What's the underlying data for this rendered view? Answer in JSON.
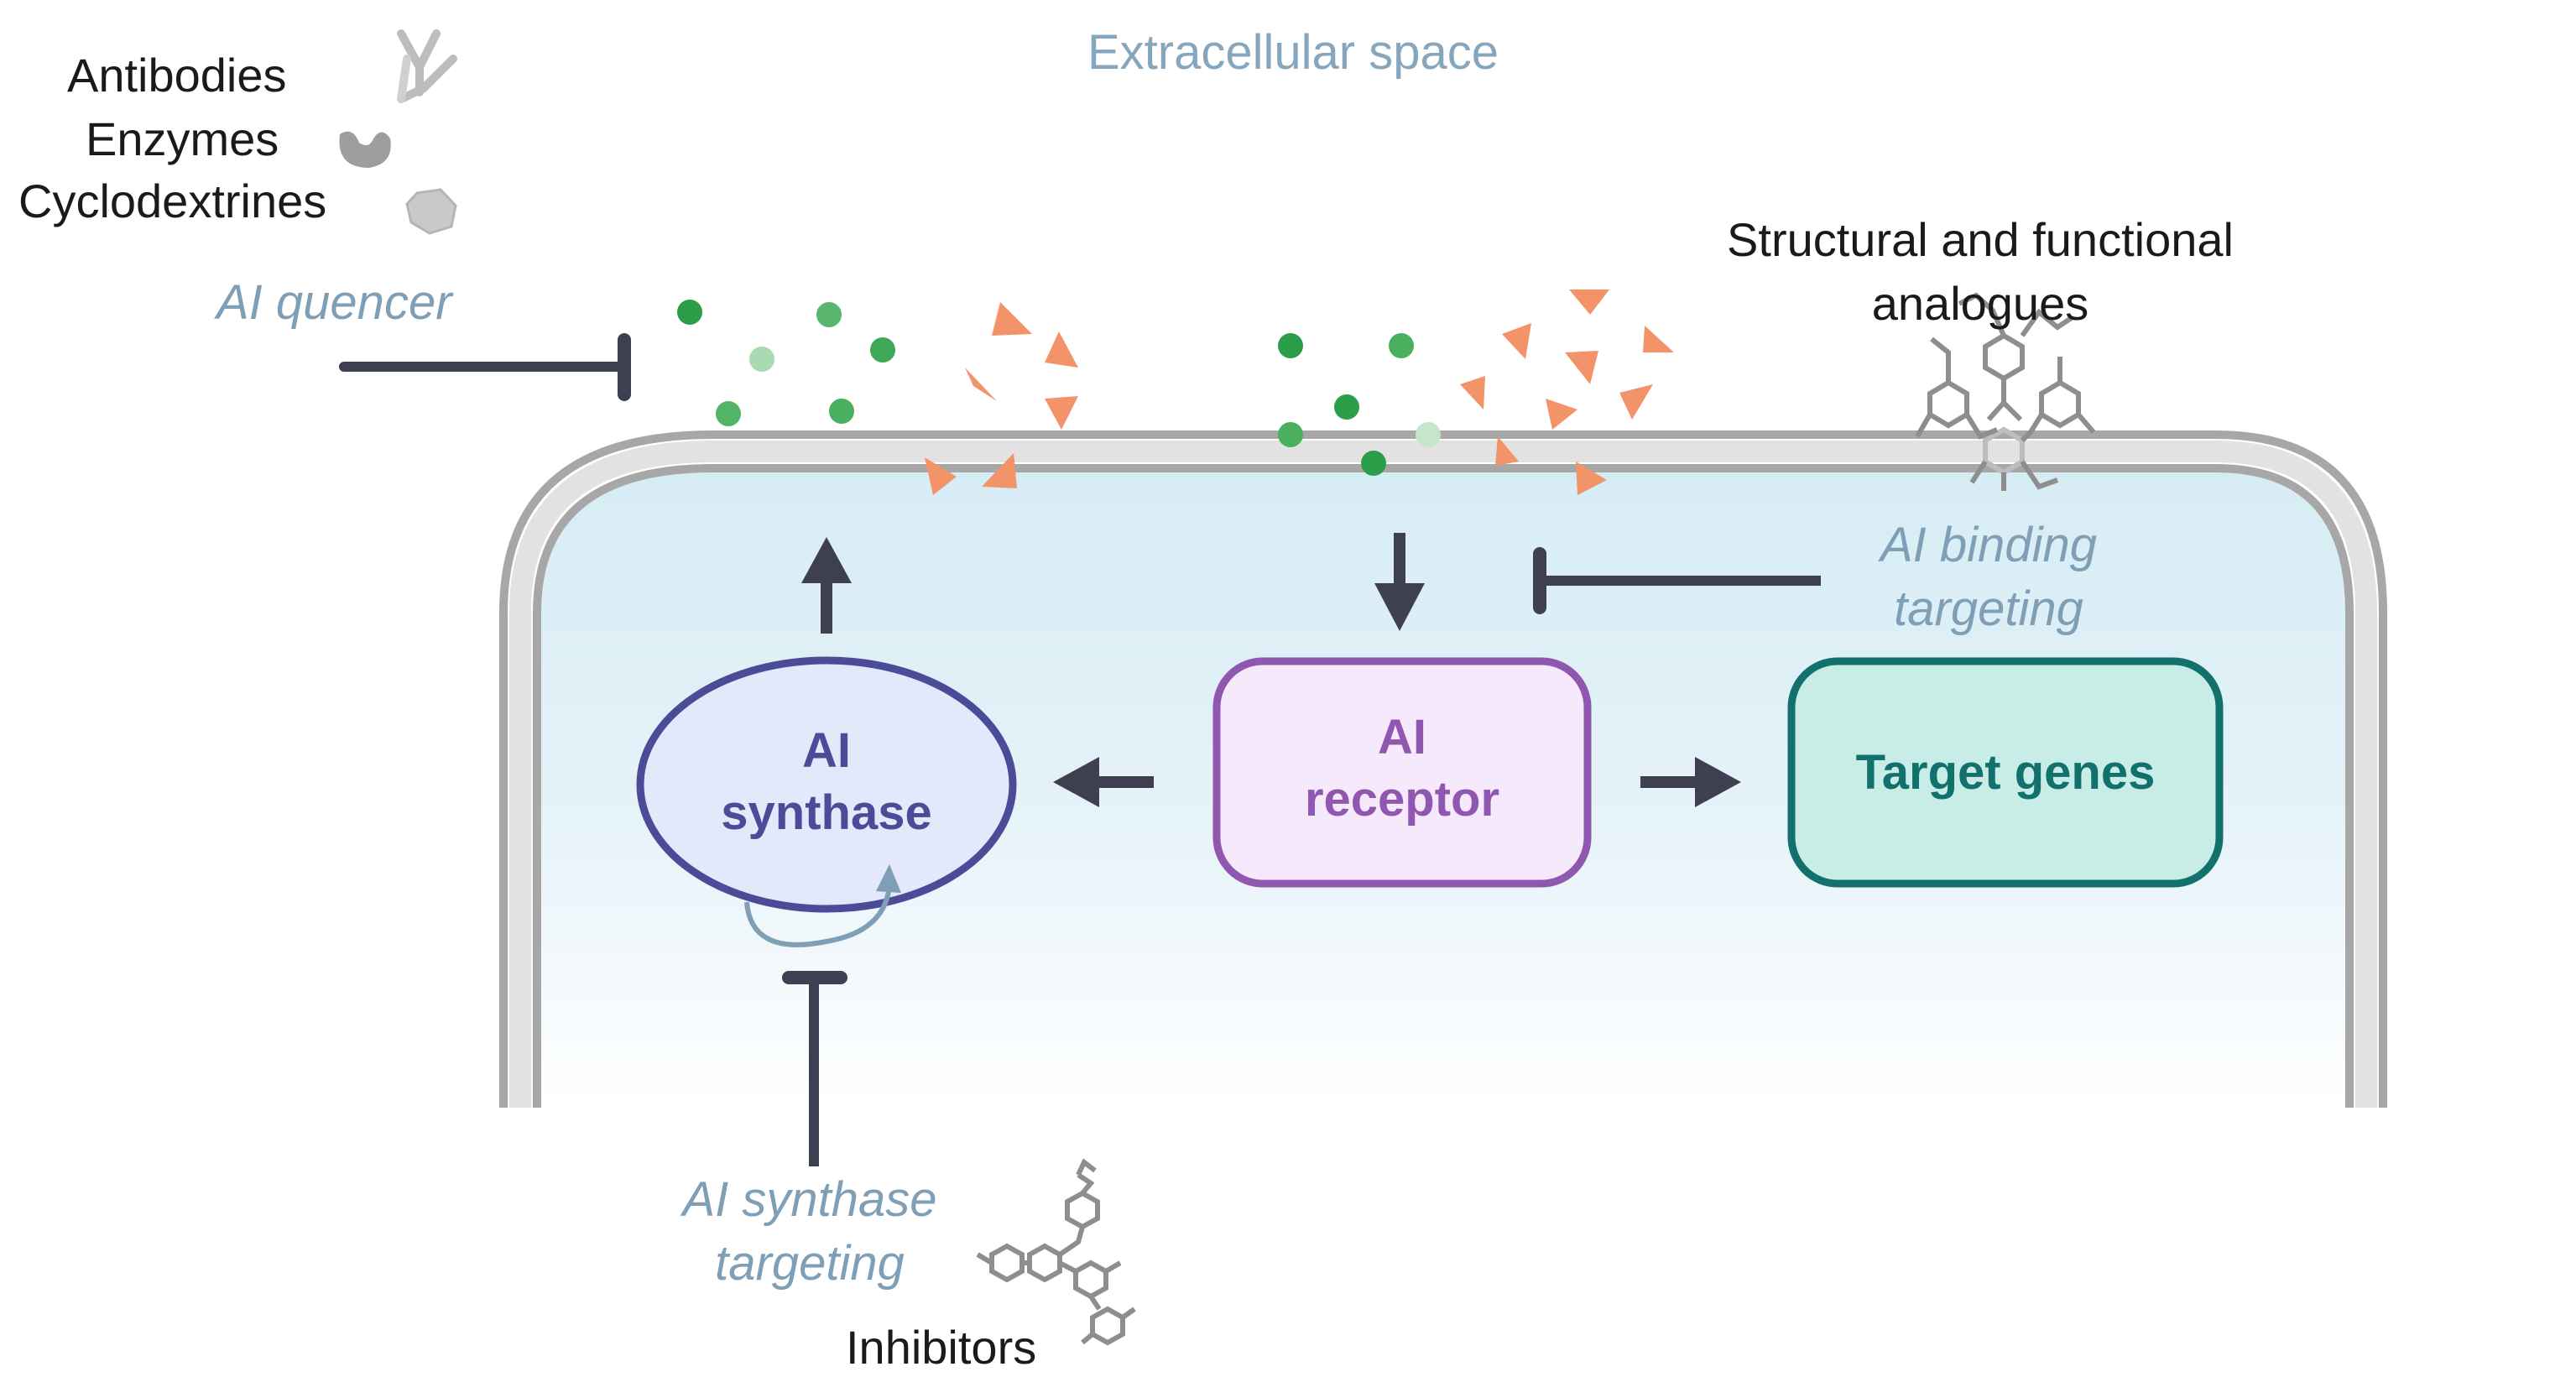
{
  "labels": {
    "extracellular": "Extracellular space",
    "antibodies": "Antibodies",
    "enzymes": "Enzymes",
    "cyclodextrines": "Cyclodextrines",
    "ai_quencer": "AI quencer",
    "structural_line1": "Structural and functional",
    "structural_line2": "analogues",
    "ai_binding_line1": "AI binding",
    "ai_binding_line2": "targeting",
    "ai_synthase_targeting_line1": "AI synthase",
    "ai_synthase_targeting_line2": "targeting",
    "inhibitors": "Inhibitors"
  },
  "nodes": {
    "synthase_line1": "AI",
    "synthase_line2": "synthase",
    "receptor_line1": "AI",
    "receptor_line2": "receptor",
    "target_genes": "Target genes"
  },
  "colors": {
    "membrane": "#a7a7a7",
    "cytoplasm_top": "#d6ecf4",
    "arrow": "#3e4052",
    "synthase_stroke": "#4b4b98",
    "synthase_fill": "#e3e8fb",
    "receptor_stroke": "#9057b0",
    "receptor_fill": "#f7e9fc",
    "target_stroke": "#12706d",
    "target_fill": "#c8ece6",
    "green_molecule": "#2c9e4a",
    "orange_molecule": "#f2936a",
    "label_blue": "#7f9fb6"
  },
  "icons": [
    "antibody-icon",
    "enzyme-icon",
    "cyclodextrin-icon",
    "analogue-molecule-icon",
    "inhibitor-molecule-icon"
  ]
}
